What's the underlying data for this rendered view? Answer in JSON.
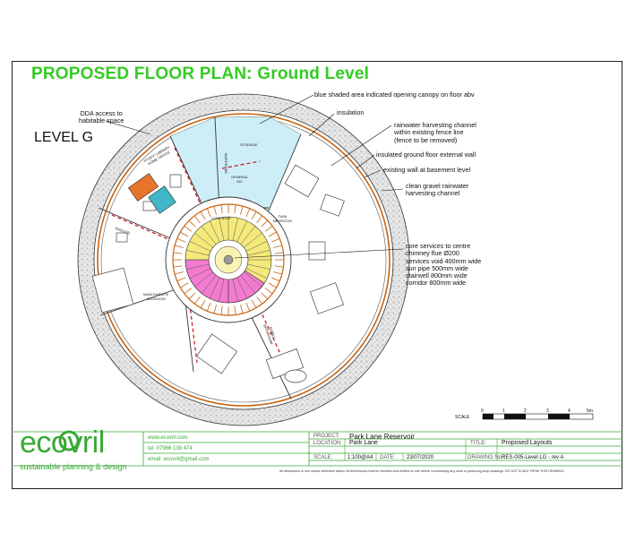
{
  "title": "PROPOSED FLOOR PLAN: Ground Level",
  "level": "LEVEL G",
  "annotations": {
    "dda": "DDA access to\nhabitable space",
    "canopy": "blue shaded area indicated opening canopy on floor abv",
    "insulation": "insulation",
    "rainwater": "rainwater harvesting channel\nwithin existing fence line\n(fence to be removed)",
    "insulated_wall": "insulated ground floor external wall",
    "existing_wall": "existing wall at basement level",
    "gravel": "clean gravel rainwater\nharvesting channel",
    "core": "core services to centre\nchimney flue Ø200\nservices void 400mm wide\nsun pipe 500mm wide\nstairwell 800mm wide\ncorridor 800mm wide"
  },
  "rooms": {
    "study": "STUDY/ LIBRARY\nHOME OFFICE",
    "storage": "STORAGE",
    "wc": "GENERAL\nWC",
    "twin": "TWIN\nBEDROOM",
    "main": "MAIN ENSUITE\nBEDROOM",
    "corridor": "CORRIDOR",
    "ensuite": "ENSUITE",
    "wardrobe": "WARDROBE",
    "bathroom": "FAMILY\nBATHROOM"
  },
  "scale_bar": {
    "label": "SCALE",
    "ticks": [
      "0",
      "1",
      "2",
      "3",
      "4",
      "5m"
    ]
  },
  "logo": {
    "name": "ecovril",
    "tagline": "sustainable planning & design",
    "brand_color": "#39a935"
  },
  "title_block": {
    "website": "www.ecovril.com",
    "phone": "tel: 07966 138 474",
    "email": "email: ecovril@gmail.com",
    "project_label": "PROJECT:",
    "project": "Park Lane Reservoir",
    "location_label": "LOCATION:",
    "location": "Park Lane",
    "title_label": "TITLE:",
    "title_value": "Proposed Layouts",
    "scale_label": "SCALE:",
    "scale_value": "1:100@A4",
    "date_label": "DATE:",
    "date_value": "23/07/2020",
    "drawing_label": "DRAWING No.:",
    "drawing_value": "RES-005-Level LG - rev A",
    "disclaimer": "All dimensions in mm unless otherwise stated. All dimensions must be checked and verified on site before commencing any work or producing shop drawings.  DO NOT SCALE FROM THIS DRAWING"
  },
  "colors": {
    "title": "#33cc22",
    "canopy": "#cdeef7",
    "stair_pink": "#f27bd0",
    "stair_yellow": "#f4e97a",
    "wall_orange": "#c8620e",
    "gravel": "#d8d8d8"
  }
}
